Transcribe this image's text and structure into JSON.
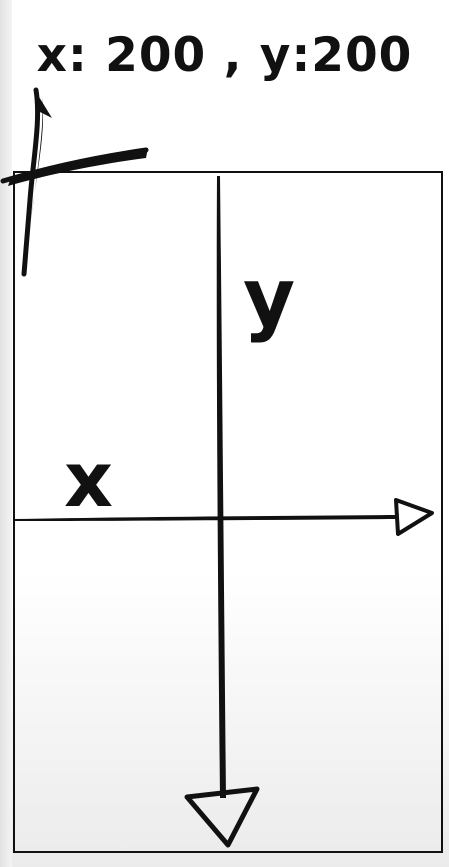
{
  "readout": {
    "text": "x: 200 , y:200"
  },
  "axes": {
    "x_label": "x",
    "y_label": "y"
  },
  "colors": {
    "ink": "#111111",
    "background": "#ffffff",
    "gradient_bottom": "#ebebeb"
  }
}
